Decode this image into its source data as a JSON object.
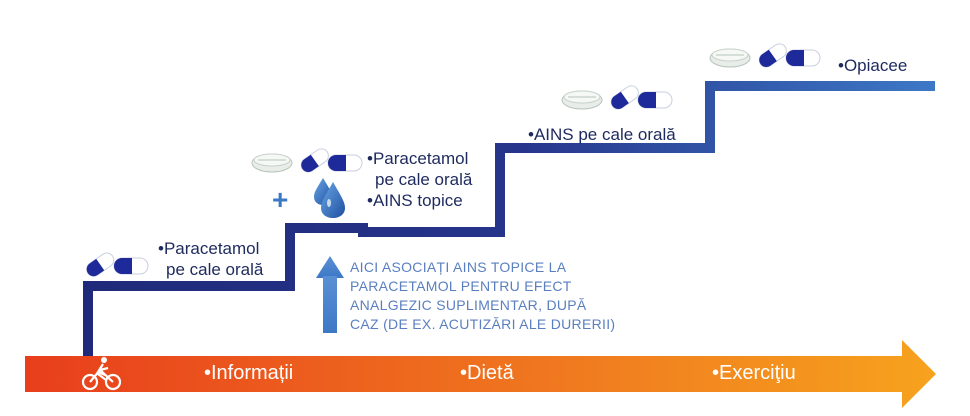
{
  "steps": [
    {
      "lines": [
        "•Paracetamol",
        "pe cale orală"
      ]
    },
    {
      "lines": [
        "•Paracetamol",
        "pe cale orală",
        "•AINS topice"
      ]
    },
    {
      "lines": [
        "•AINS pe cale orală"
      ]
    },
    {
      "lines": [
        "•Opiacee"
      ]
    }
  ],
  "plus_sign": "+",
  "note": {
    "lines": [
      "AICI ASOCIAȚI AINS TOPICE LA",
      "PARACETAMOL PENTRU EFECT",
      "ANALGEZIC SUPLIMENTAR, DUPĂ",
      "CAZ (DE EX. ACUTIZĂRI ALE DURERII)"
    ]
  },
  "base_bar": {
    "labels": [
      "•Informații",
      "•Dietă",
      "•Exerciţiu"
    ]
  },
  "icons": {
    "pill_capsule": "capsule-icon",
    "pill_tablet": "tablet-icon",
    "drop": "drop-icon",
    "cyclist": "cyclist-icon",
    "up_arrow": "up-arrow-icon"
  },
  "colors": {
    "stair_dark": "#1f2a7a",
    "stair_light": "#3d78c6",
    "bar_start": "#e83e1c",
    "bar_end": "#f7a21e",
    "note_text": "#5a7fc0",
    "step_text": "#1e2a5e"
  }
}
